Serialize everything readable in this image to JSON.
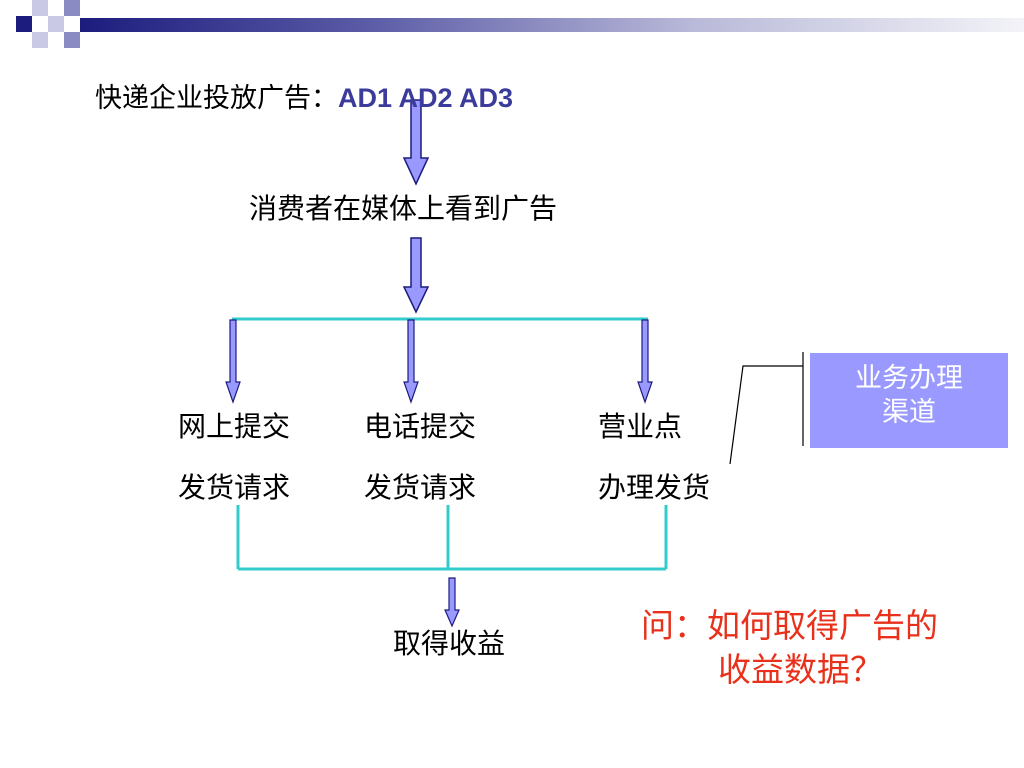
{
  "slide": {
    "title_prefix": "快递企业投放广告：",
    "title_ads": "AD1  AD2  AD3",
    "step1": "消费者在媒体上看到广告",
    "channels": [
      {
        "line1": "网上提交",
        "line2": "发货请求"
      },
      {
        "line1": "电话提交",
        "line2": "发货请求"
      },
      {
        "line1": "营业点",
        "line2": "办理发货"
      }
    ],
    "channel_box_label": "业务办理渠道",
    "result": "取得收益",
    "question_line1": "问：如何取得广告的",
    "question_line2": "收益数据？"
  },
  "colors": {
    "accent": "#1c1c7e",
    "arrow_fill": "#9999ff",
    "connector": "#33cccc",
    "box_fill": "#9999ff",
    "question": "#e8301b"
  }
}
